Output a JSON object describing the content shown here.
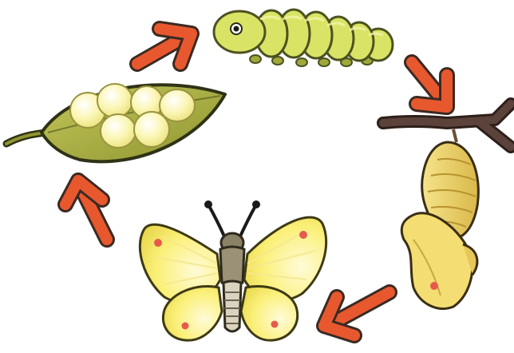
{
  "diagram": {
    "type": "cycle",
    "stages": [
      {
        "id": "eggs",
        "icon": "eggs-on-leaf-icon"
      },
      {
        "id": "caterpillar",
        "icon": "caterpillar-icon"
      },
      {
        "id": "pupa",
        "icon": "chrysalis-icon"
      },
      {
        "id": "butterfly",
        "icon": "butterfly-icon"
      }
    ],
    "arrows": [
      {
        "from": "eggs",
        "to": "caterpillar"
      },
      {
        "from": "caterpillar",
        "to": "pupa"
      },
      {
        "from": "pupa",
        "to": "butterfly"
      },
      {
        "from": "butterfly",
        "to": "eggs"
      }
    ]
  },
  "colors": {
    "arrow": "#e8582f",
    "leaf": "#a7ad3d",
    "leaf_outline": "#2f3216",
    "egg": "#fbf6b4",
    "caterpillar": "#d9e466",
    "twig": "#5b423b",
    "chrysalis": "#efd467",
    "butterfly_wing": "#fbf07a",
    "wing_spot": "#e65a4d",
    "butterfly_body": "#8a8167"
  }
}
